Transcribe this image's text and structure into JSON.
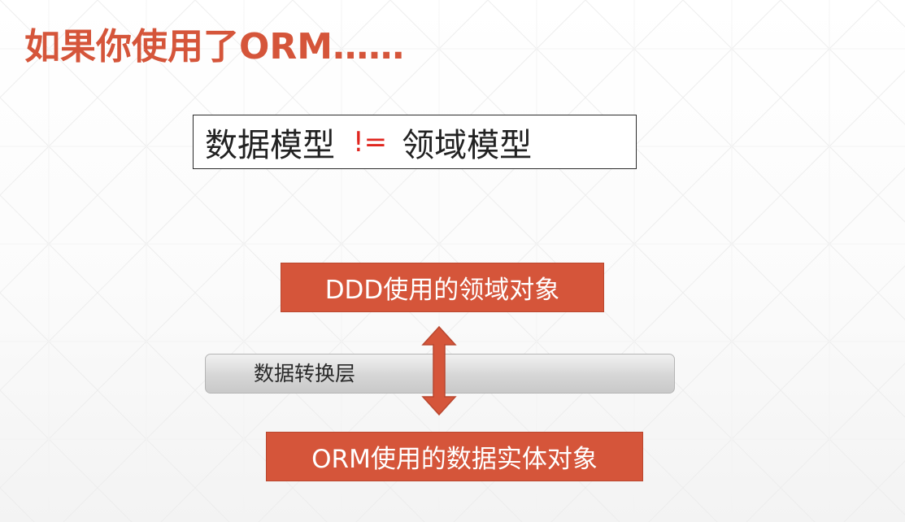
{
  "slide": {
    "title": "如果你使用了ORM……",
    "equation": {
      "left": "数据模型",
      "operator": "!=",
      "right": "领域模型"
    },
    "top_box": "DDD使用的领域对象",
    "middle_layer": "数据转换层",
    "bottom_box": "ORM使用的数据实体对象"
  },
  "colors": {
    "accent": "#d5553a",
    "operator": "#e0261f"
  },
  "icons": {
    "arrow": "double-vertical-arrow-icon"
  }
}
